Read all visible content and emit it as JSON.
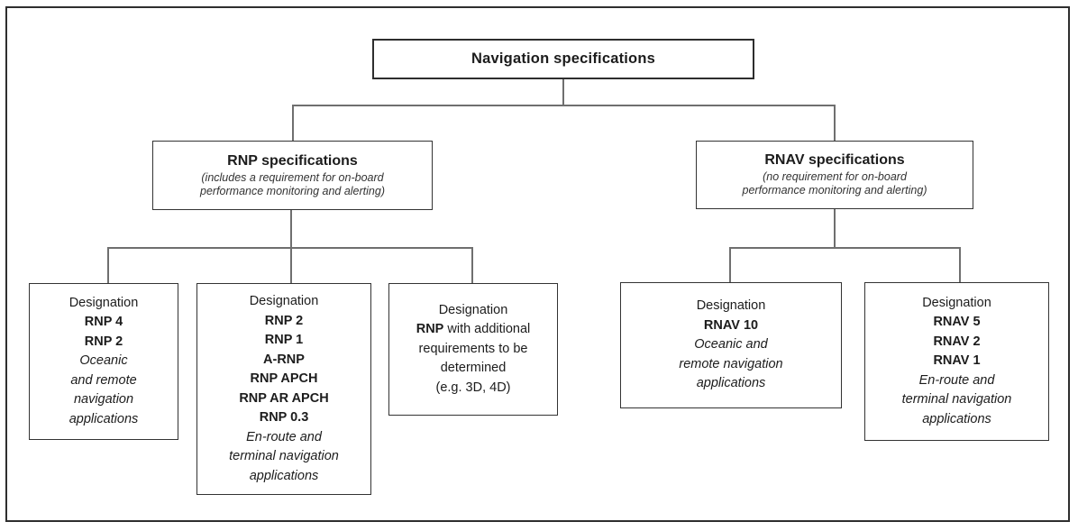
{
  "diagram": {
    "root": {
      "title": "Navigation specifications"
    },
    "rnp": {
      "title": "RNP specifications",
      "subtitle_line1": "(includes a requirement for on-board",
      "subtitle_line2": "performance monitoring and alerting)"
    },
    "rnav": {
      "title": "RNAV specifications",
      "subtitle_line1": "(no requirement for on-board",
      "subtitle_line2": "performance monitoring and alerting)"
    },
    "leaves": [
      {
        "label": "Designation",
        "designations": [
          "RNP 4",
          "RNP 2"
        ],
        "description_lines": [
          "Oceanic",
          "and remote",
          "navigation",
          "applications"
        ]
      },
      {
        "label": "Designation",
        "designations": [
          "RNP 2",
          "RNP 1",
          "A-RNP",
          "RNP APCH",
          "RNP AR APCH",
          "RNP 0.3"
        ],
        "description_lines": [
          "En-route and",
          "terminal navigation",
          "applications"
        ]
      },
      {
        "label": "Designation",
        "line2_bold": "RNP",
        "line2_rest": " with additional",
        "lines": [
          "requirements to be",
          "determined",
          "(e.g. 3D, 4D)"
        ]
      },
      {
        "label": "Designation",
        "designations": [
          "RNAV 10"
        ],
        "description_lines": [
          "Oceanic and",
          "remote navigation",
          "applications"
        ]
      },
      {
        "label": "Designation",
        "designations": [
          "RNAV 5",
          "RNAV 2",
          "RNAV 1"
        ],
        "description_lines": [
          "En-route and",
          "terminal navigation",
          "applications"
        ]
      }
    ]
  }
}
